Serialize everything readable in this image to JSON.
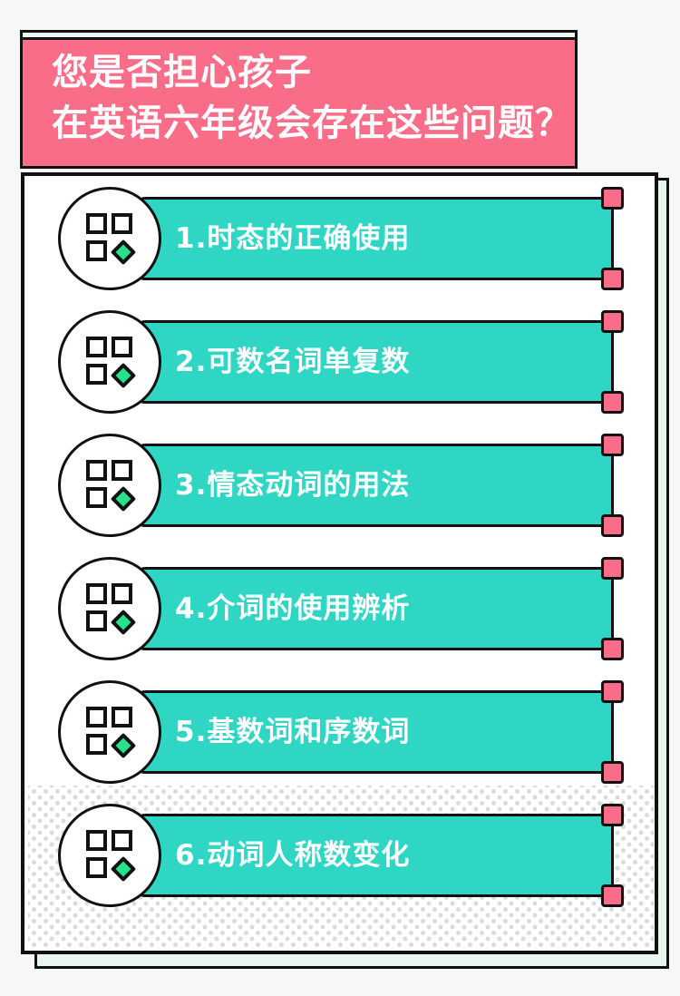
{
  "header": {
    "title_lines": [
      "您是否担心孩子",
      "在英语六年级会存在这些问题？"
    ]
  },
  "list": {
    "items": [
      {
        "label": "1.时态的正确使用"
      },
      {
        "label": "2.可数名词单复数"
      },
      {
        "label": "3.情态动词的用法"
      },
      {
        "label": "4.介词的使用辨析"
      },
      {
        "label": "5.基数词和序数词"
      },
      {
        "label": "6.动词人称数变化"
      }
    ]
  },
  "icons": {
    "badge_icon": "grid-with-green-diamond",
    "handle_icon": "pink-square-handle"
  },
  "colors": {
    "accent_pink": "#fa6d88",
    "banner_teal": "#2fd6c3",
    "diamond_green": "#27e28d",
    "back_sheet_mint": "#e9f6ee",
    "outline_ink": "#111111",
    "dot_gray": "#d9d9d9",
    "page_background": "#f7f7f7",
    "card_white": "#ffffff",
    "text_white": "#ffffff"
  }
}
